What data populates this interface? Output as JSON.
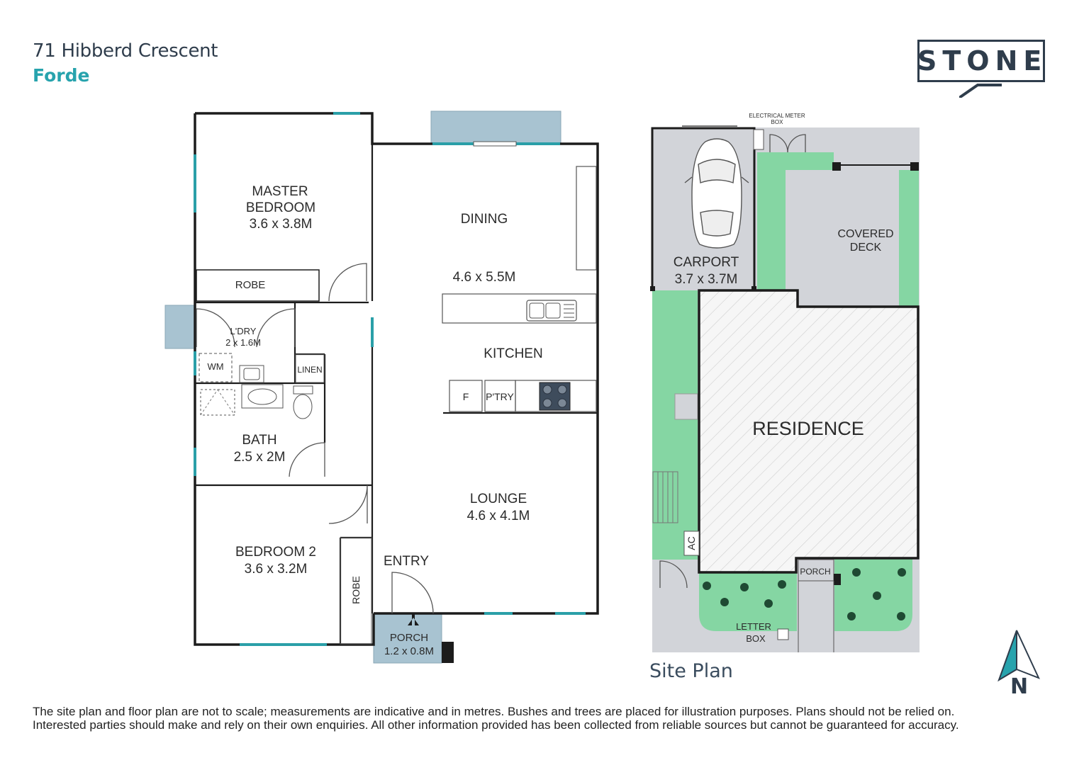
{
  "header": {
    "address_line1": "71 Hibberd Crescent",
    "address_line2": "Forde",
    "logo_text": "STONE"
  },
  "floor_plan": {
    "master_bedroom": {
      "name_line1": "MASTER",
      "name_line2": "BEDROOM",
      "size": "3.6 x 3.8M"
    },
    "robe_top": "ROBE",
    "laundry": {
      "name": "L'DRY",
      "size": "2 x 1.6M"
    },
    "wm": "WM",
    "linen": "LINEN",
    "bath": {
      "name": "BATH",
      "size": "2.5 x 2M"
    },
    "bedroom2": {
      "name": "BEDROOM 2",
      "size": "3.6 x 3.2M"
    },
    "robe_side": "ROBE",
    "dining": {
      "name": "DINING",
      "size": "4.6 x 5.5M"
    },
    "kitchen": "KITCHEN",
    "fridge": "F",
    "pantry": "P'TRY",
    "lounge": {
      "name": "LOUNGE",
      "size": "4.6 x 4.1M"
    },
    "entry": "ENTRY",
    "porch": {
      "name": "PORCH",
      "size": "1.2 x 0.8M"
    }
  },
  "site_plan": {
    "title": "Site Plan",
    "electrical_line1": "ELECTRICAL METER",
    "electrical_line2": "BOX",
    "carport": {
      "name": "CARPORT",
      "size": "3.7 x 3.7M"
    },
    "covered_deck": {
      "line1": "COVERED",
      "line2": "DECK"
    },
    "residence": "RESIDENCE",
    "ac": "AC",
    "porch": "PORCH",
    "letter_box": {
      "line1": "LETTER",
      "line2": "BOX"
    },
    "north": "N"
  },
  "colors": {
    "wall": "#1c1c1c",
    "window": "#2a9fa8",
    "balcony_blue": "#a8c3d1",
    "garden_green": "#85d6a3",
    "paving_grey": "#d2d4d9",
    "logo_navy": "#2f3d4c",
    "accent_teal": "#27a3ad"
  },
  "disclaimer": {
    "line1": "The site plan and floor plan are not to scale; measurements are indicative and in metres. Bushes and trees are placed for illustration purposes. Plans should not be relied on.",
    "line2": "Interested parties should make and rely on their own enquiries. All other information provided has been collected from reliable sources but cannot be guaranteed for accuracy."
  }
}
